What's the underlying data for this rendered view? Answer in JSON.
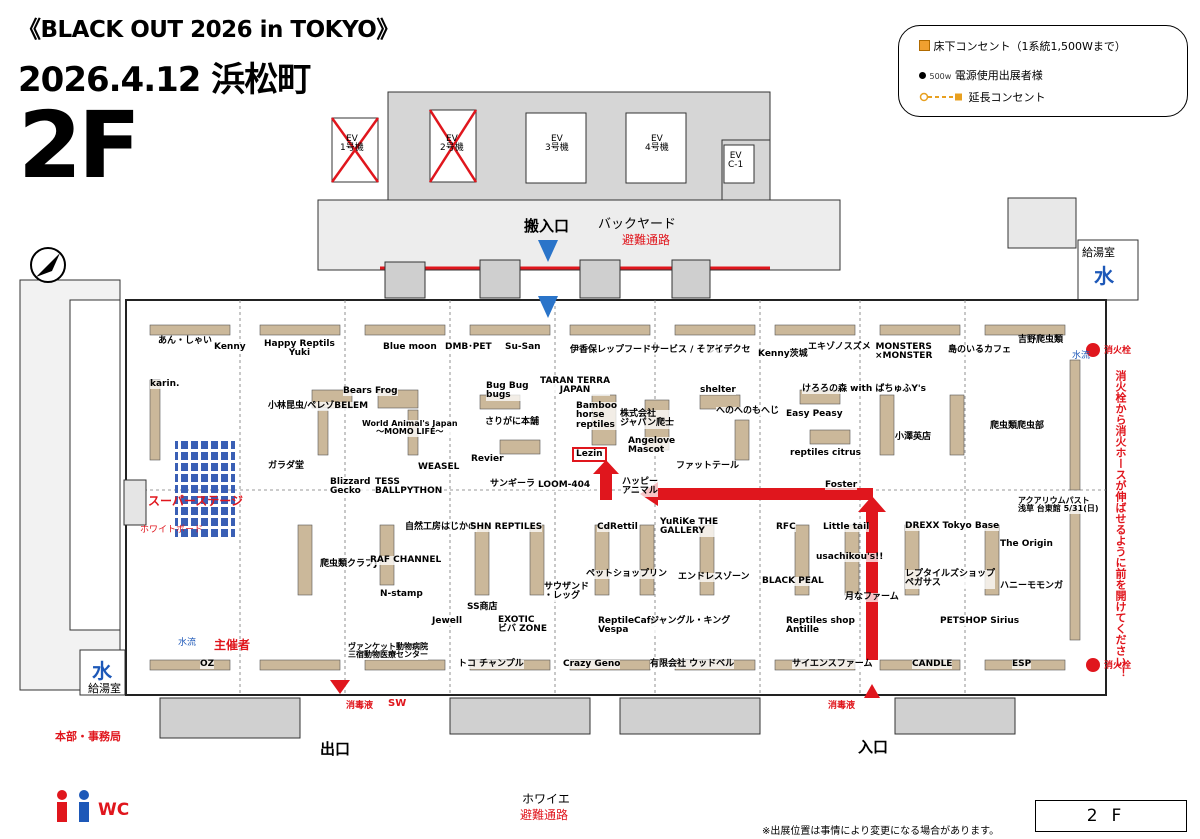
{
  "header": {
    "event_title": "《BLACK OUT 2026 in TOKYO》",
    "date_venue": "2026.4.12 浜松町",
    "floor": "2F"
  },
  "legend": {
    "outlet": "床下コンセント（1系統1,500Wまで）",
    "power_user_value": "500w",
    "power_user": "電源使用出展者様",
    "extension": "延長コンセント"
  },
  "facilities": {
    "ev1": "EV\n1号機",
    "ev2": "EV\n2号機",
    "ev3": "EV\n3号機",
    "ev4": "EV\n4号機",
    "evc1": "EV\nC-1",
    "loading": "搬入口",
    "backyard": "バックヤード",
    "evac": "避難通路",
    "kitchen_r": "給湯室",
    "kitchen_l": "給湯室",
    "water": "水",
    "water_flow": "水流",
    "hydrant": "消火栓",
    "hydrant_note": "消火栓から消火ホースが伸ばせるように前を開けてください！",
    "stage": "スーパーステージ",
    "whiteboard": "ホワイトボード",
    "organizer": "主催者",
    "hq": "本部・事務局",
    "exit": "出口",
    "entrance": "入口",
    "disinfect1": "消毒液",
    "disinfect2": "消毒液",
    "sw": "SW",
    "foyer": "ホワイエ",
    "foyer_evac": "避難通路",
    "wc": "WC",
    "floor_box": "2F",
    "note": "※出展位置は事情により変更になる場合があります。"
  },
  "booths": [
    {
      "name": "あん・しゃい"
    },
    {
      "name": "Kenny"
    },
    {
      "name": "karin."
    },
    {
      "name": "Happy Reptils\nYuki"
    },
    {
      "name": "Blue moon"
    },
    {
      "name": "DMB･PET"
    },
    {
      "name": "Su-San"
    },
    {
      "name": "伊香保レップフードサービス / そしじ"
    },
    {
      "name": "アイデクセ"
    },
    {
      "name": "Kenny茨城"
    },
    {
      "name": "エキゾノスズメ"
    },
    {
      "name": "MONSTERS\n×MONSTER"
    },
    {
      "name": "島のいるカフェ"
    },
    {
      "name": "吉野爬虫類"
    },
    {
      "name": "Bears Frog"
    },
    {
      "name": "小林昆虫/ペレゾBELEM"
    },
    {
      "name": "World Animal's Japan\n〜MOMO LIFE〜"
    },
    {
      "name": "ガラダ堂"
    },
    {
      "name": "Blizzard\nGecko"
    },
    {
      "name": "TESS\nBALLPYTHON"
    },
    {
      "name": "WEASEL"
    },
    {
      "name": "Bug Bug\nbugs"
    },
    {
      "name": "さりがに本舗"
    },
    {
      "name": "TARAN TERRA\nJAPAN"
    },
    {
      "name": "Revier"
    },
    {
      "name": "Bamboo\nhorse\nreptiles"
    },
    {
      "name": "Lezin"
    },
    {
      "name": "サンギーラ"
    },
    {
      "name": "LOOM-404"
    },
    {
      "name": "shelter"
    },
    {
      "name": "へのへのもへじ"
    },
    {
      "name": "株式会社\nジャパン爬士"
    },
    {
      "name": "Angelove\nMascot"
    },
    {
      "name": "ファットテール"
    },
    {
      "name": "ハッピー\nアニマル"
    },
    {
      "name": "けろろの森 with ばちゅふY's"
    },
    {
      "name": "Easy Peasy"
    },
    {
      "name": "reptiles citrus"
    },
    {
      "name": "小澤英店"
    },
    {
      "name": "爬虫類爬虫部"
    },
    {
      "name": "Foster"
    },
    {
      "name": "アクアリウムパスト\n浅草 台東館 5/31(日)"
    },
    {
      "name": "DREXX Tokyo Base"
    },
    {
      "name": "The Origin"
    },
    {
      "name": "自然工房はじかの"
    },
    {
      "name": "SHN REPTILES"
    },
    {
      "name": "CdRettil"
    },
    {
      "name": "YuRiKe THE\nGALLERY"
    },
    {
      "name": "RFC"
    },
    {
      "name": "Little tail"
    },
    {
      "name": "usachikou's!!"
    },
    {
      "name": "爬虫類クラブJ"
    },
    {
      "name": "RAF CHANNEL"
    },
    {
      "name": "N-stamp"
    },
    {
      "name": "Jewell"
    },
    {
      "name": "SS商店"
    },
    {
      "name": "EXOTIC\nビバ ZONE"
    },
    {
      "name": "ペットショップリン"
    },
    {
      "name": "サウザンド\n・レッグ"
    },
    {
      "name": "エンドレスゾーン"
    },
    {
      "name": "ReptileCafe\nVespa"
    },
    {
      "name": "ジャングル・キング"
    },
    {
      "name": "BLACK PEAL"
    },
    {
      "name": "月なファーム"
    },
    {
      "name": "レプタイルズショップ\nペガサス"
    },
    {
      "name": "ハニーモモンガ"
    },
    {
      "name": "Reptiles shop\nAntille"
    },
    {
      "name": "PETSHOP Sirius"
    },
    {
      "name": "OZ"
    },
    {
      "name": "ヴァンケット動物病院\n三宿動物医療センター"
    },
    {
      "name": "トコ チャンプル"
    },
    {
      "name": "Crazy Geno"
    },
    {
      "name": "有限会社 ウッドベル"
    },
    {
      "name": "サイエンスファーム"
    },
    {
      "name": "CANDLE"
    },
    {
      "name": "ESP"
    }
  ]
}
